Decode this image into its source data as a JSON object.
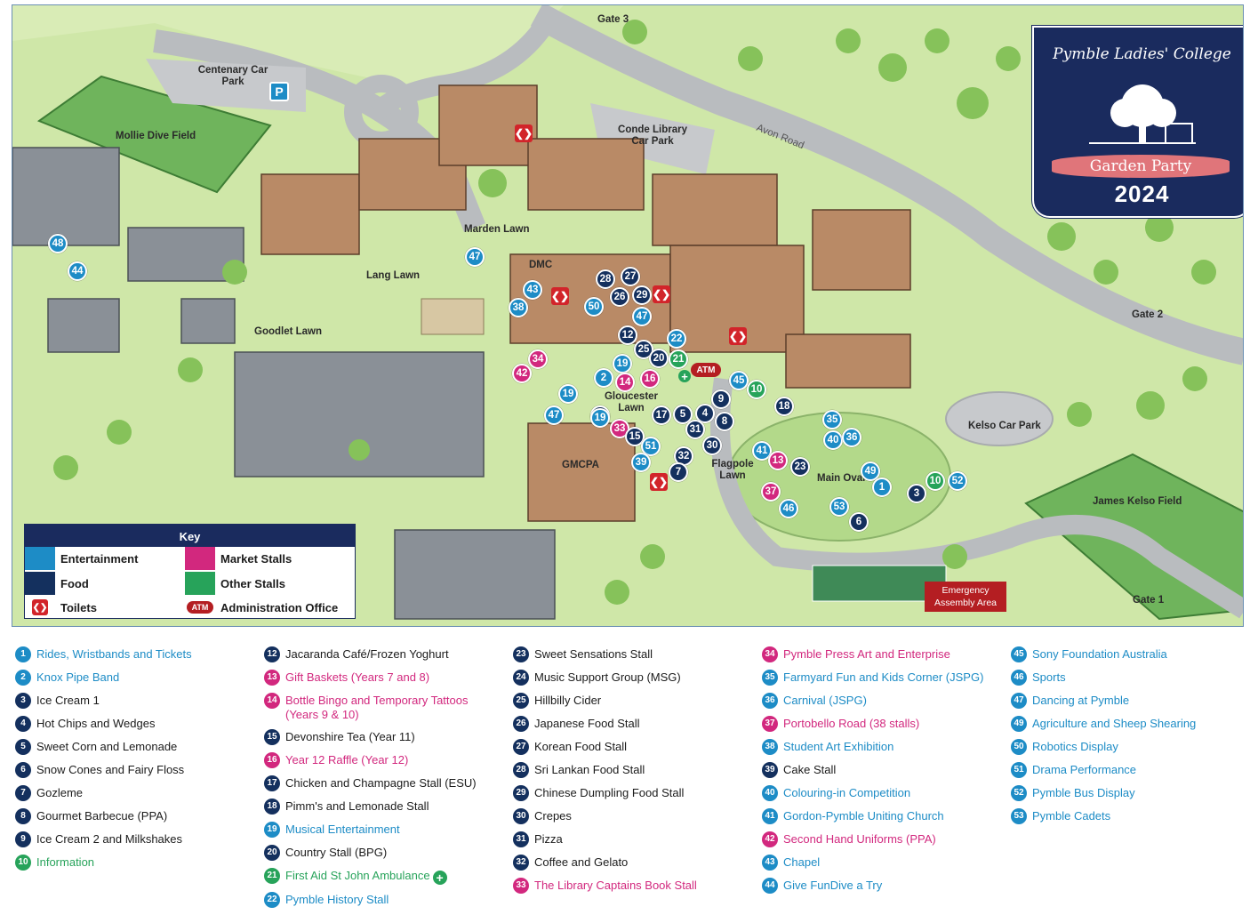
{
  "logo": {
    "school": "Pymble Ladies' College",
    "event": "Garden Party",
    "year": "2024"
  },
  "colors": {
    "entertainment": "#1d8cc6",
    "food": "#14305e",
    "market": "#d2287e",
    "other": "#27a35a",
    "toilets": "#d2242a",
    "admin": "#b41e22",
    "navy": "#1a2b5e"
  },
  "places": {
    "gate3": "Gate 3",
    "gate2": "Gate 2",
    "gate1": "Gate 1",
    "centenary": "Centenary Car Park",
    "mollie": "Mollie Dive Field",
    "conde": "Conde Library Car Park",
    "avon": "Avon Road",
    "marden": "Marden Lawn",
    "lang": "Lang Lawn",
    "goodlet": "Goodlet Lawn",
    "dmc": "DMC",
    "gloucester": "Gloucester Lawn",
    "gmcpa": "GMCPA",
    "flagpole": "Flagpole Lawn",
    "main_oval": "Main Oval",
    "kelso": "Kelso Car Park",
    "james_kelso": "James Kelso Field",
    "emergency": "Emergency Assembly Area"
  },
  "icons": {
    "parking": "P",
    "atm": "ATM",
    "toilets": "toilets-icon",
    "first_aid": "+"
  },
  "key": {
    "title": "Key",
    "entertainment": "Entertainment",
    "food": "Food",
    "toilets": "Toilets",
    "market": "Market Stalls",
    "other": "Other Stalls",
    "admin": "Administration Office",
    "atm": "ATM"
  },
  "markers": [
    {
      "n": "48",
      "c": "ent"
    },
    {
      "n": "44",
      "c": "ent"
    },
    {
      "n": "47",
      "c": "ent"
    },
    {
      "n": "43",
      "c": "ent"
    },
    {
      "n": "38",
      "c": "ent"
    },
    {
      "n": "28",
      "c": "food"
    },
    {
      "n": "27",
      "c": "food"
    },
    {
      "n": "26",
      "c": "food"
    },
    {
      "n": "29",
      "c": "food"
    },
    {
      "n": "50",
      "c": "ent"
    },
    {
      "n": "47",
      "c": "ent"
    },
    {
      "n": "12",
      "c": "food"
    },
    {
      "n": "25",
      "c": "food"
    },
    {
      "n": "22",
      "c": "ent"
    },
    {
      "n": "19",
      "c": "ent"
    },
    {
      "n": "20",
      "c": "food"
    },
    {
      "n": "21",
      "c": "other"
    },
    {
      "n": "34",
      "c": "market"
    },
    {
      "n": "42",
      "c": "market"
    },
    {
      "n": "16",
      "c": "market"
    },
    {
      "n": "2",
      "c": "ent"
    },
    {
      "n": "14",
      "c": "market"
    },
    {
      "n": "19",
      "c": "ent"
    },
    {
      "n": "24",
      "c": "food"
    },
    {
      "n": "45",
      "c": "ent"
    },
    {
      "n": "10",
      "c": "other"
    },
    {
      "n": "9",
      "c": "food"
    },
    {
      "n": "18",
      "c": "food"
    },
    {
      "n": "17",
      "c": "food"
    },
    {
      "n": "5",
      "c": "food"
    },
    {
      "n": "4",
      "c": "food"
    },
    {
      "n": "8",
      "c": "food"
    },
    {
      "n": "31",
      "c": "food"
    },
    {
      "n": "47",
      "c": "ent"
    },
    {
      "n": "19",
      "c": "ent"
    },
    {
      "n": "33",
      "c": "market"
    },
    {
      "n": "15",
      "c": "food"
    },
    {
      "n": "51",
      "c": "ent"
    },
    {
      "n": "30",
      "c": "food"
    },
    {
      "n": "32",
      "c": "food"
    },
    {
      "n": "39",
      "c": "ent"
    },
    {
      "n": "7",
      "c": "food"
    },
    {
      "n": "35",
      "c": "ent"
    },
    {
      "n": "40",
      "c": "ent"
    },
    {
      "n": "36",
      "c": "ent"
    },
    {
      "n": "41",
      "c": "ent"
    },
    {
      "n": "13",
      "c": "market"
    },
    {
      "n": "23",
      "c": "food"
    },
    {
      "n": "49",
      "c": "ent"
    },
    {
      "n": "1",
      "c": "ent"
    },
    {
      "n": "37",
      "c": "market"
    },
    {
      "n": "46",
      "c": "ent"
    },
    {
      "n": "53",
      "c": "ent"
    },
    {
      "n": "6",
      "c": "food"
    },
    {
      "n": "3",
      "c": "food"
    },
    {
      "n": "10",
      "c": "other"
    },
    {
      "n": "52",
      "c": "ent"
    }
  ],
  "legend": [
    {
      "n": "1",
      "c": "ent",
      "label": "Rides, Wristbands and Tickets"
    },
    {
      "n": "2",
      "c": "ent",
      "label": "Knox Pipe Band"
    },
    {
      "n": "3",
      "c": "food",
      "label": "Ice Cream 1"
    },
    {
      "n": "4",
      "c": "food",
      "label": "Hot Chips and Wedges"
    },
    {
      "n": "5",
      "c": "food",
      "label": "Sweet Corn and Lemonade"
    },
    {
      "n": "6",
      "c": "food",
      "label": "Snow Cones and Fairy Floss"
    },
    {
      "n": "7",
      "c": "food",
      "label": "Gozleme"
    },
    {
      "n": "8",
      "c": "food",
      "label": "Gourmet Barbecue (PPA)"
    },
    {
      "n": "9",
      "c": "food",
      "label": "Ice Cream 2 and Milkshakes"
    },
    {
      "n": "10",
      "c": "other",
      "label": "Information"
    },
    {
      "n": "12",
      "c": "food",
      "label": "Jacaranda Café/Frozen Yoghurt"
    },
    {
      "n": "13",
      "c": "market",
      "label": "Gift Baskets (Years 7 and 8)"
    },
    {
      "n": "14",
      "c": "market",
      "label": "Bottle Bingo and Temporary Tattoos (Years 9 & 10)"
    },
    {
      "n": "15",
      "c": "food",
      "label": "Devonshire Tea (Year 11)"
    },
    {
      "n": "16",
      "c": "market",
      "label": "Year 12 Raffle (Year 12)"
    },
    {
      "n": "17",
      "c": "food",
      "label": "Chicken and Champagne Stall (ESU)"
    },
    {
      "n": "18",
      "c": "food",
      "label": "Pimm's and Lemonade Stall"
    },
    {
      "n": "19",
      "c": "ent",
      "label": "Musical Entertainment"
    },
    {
      "n": "20",
      "c": "food",
      "label": "Country Stall (BPG)"
    },
    {
      "n": "21",
      "c": "other",
      "label": "First Aid St John Ambulance"
    },
    {
      "n": "22",
      "c": "ent",
      "label": "Pymble History Stall"
    },
    {
      "n": "23",
      "c": "food",
      "label": "Sweet Sensations Stall"
    },
    {
      "n": "24",
      "c": "food",
      "label": "Music Support Group (MSG)"
    },
    {
      "n": "25",
      "c": "food",
      "label": "Hillbilly Cider"
    },
    {
      "n": "26",
      "c": "food",
      "label": "Japanese Food Stall"
    },
    {
      "n": "27",
      "c": "food",
      "label": "Korean Food Stall"
    },
    {
      "n": "28",
      "c": "food",
      "label": "Sri Lankan Food Stall"
    },
    {
      "n": "29",
      "c": "food",
      "label": "Chinese Dumpling Food Stall"
    },
    {
      "n": "30",
      "c": "food",
      "label": "Crepes"
    },
    {
      "n": "31",
      "c": "food",
      "label": "Pizza"
    },
    {
      "n": "32",
      "c": "food",
      "label": "Coffee and Gelato"
    },
    {
      "n": "33",
      "c": "market",
      "label": "The Library Captains Book Stall"
    },
    {
      "n": "34",
      "c": "market",
      "label": "Pymble Press Art and Enterprise"
    },
    {
      "n": "35",
      "c": "ent",
      "label": "Farmyard Fun and Kids Corner (JSPG)"
    },
    {
      "n": "36",
      "c": "ent",
      "label": "Carnival (JSPG)"
    },
    {
      "n": "37",
      "c": "market",
      "label": "Portobello Road (38 stalls)"
    },
    {
      "n": "38",
      "c": "ent",
      "label": "Student Art Exhibition"
    },
    {
      "n": "39",
      "c": "food",
      "label": "Cake Stall"
    },
    {
      "n": "40",
      "c": "ent",
      "label": "Colouring-in Competition"
    },
    {
      "n": "41",
      "c": "ent",
      "label": "Gordon-Pymble Uniting Church"
    },
    {
      "n": "42",
      "c": "market",
      "label": "Second Hand Uniforms (PPA)"
    },
    {
      "n": "43",
      "c": "ent",
      "label": "Chapel"
    },
    {
      "n": "44",
      "c": "ent",
      "label": "Give FunDive a Try"
    },
    {
      "n": "45",
      "c": "ent",
      "label": "Sony Foundation Australia"
    },
    {
      "n": "46",
      "c": "ent",
      "label": "Sports"
    },
    {
      "n": "47",
      "c": "ent",
      "label": "Dancing at Pymble"
    },
    {
      "n": "49",
      "c": "ent",
      "label": "Agriculture and Sheep Shearing"
    },
    {
      "n": "50",
      "c": "ent",
      "label": "Robotics Display"
    },
    {
      "n": "51",
      "c": "ent",
      "label": "Drama Performance"
    },
    {
      "n": "52",
      "c": "ent",
      "label": "Pymble Bus Display"
    },
    {
      "n": "53",
      "c": "ent",
      "label": "Pymble Cadets"
    }
  ]
}
